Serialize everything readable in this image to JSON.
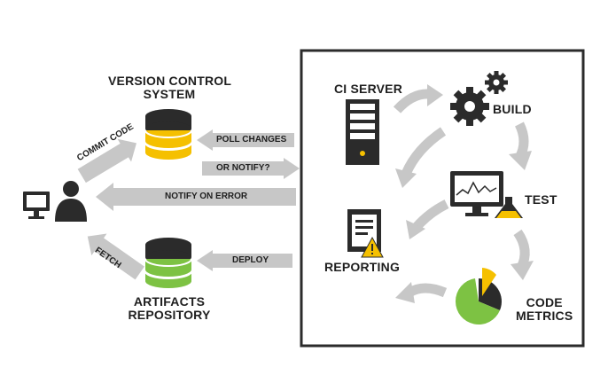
{
  "version_control": {
    "line1": "VERSION CONTROL",
    "line2": "SYSTEM"
  },
  "artifacts": {
    "line1": "ARTIFACTS",
    "line2": "REPOSITORY"
  },
  "arrows": {
    "commit": "COMMIT CODE",
    "fetch": "FETCH",
    "poll": "POLL CHANGES",
    "notify": "OR NOTIFY?",
    "notify_error": "NOTIFY ON ERROR",
    "deploy": "DEPLOY"
  },
  "ci": {
    "server": "CI SERVER",
    "build": "BUILD",
    "test": "TEST",
    "reporting": "REPORTING",
    "metrics_line1": "CODE",
    "metrics_line2": "METRICS"
  },
  "colors": {
    "yellow": "#F5C000",
    "green": "#7DC243",
    "dark": "#2B2B2B",
    "arrow_gray": "#C7C7C7"
  },
  "icons": [
    "developer-icon",
    "database-icon",
    "server-icon",
    "gear-icon",
    "monitor-chart-icon",
    "flask-icon",
    "report-warning-icon",
    "pie-chart-icon"
  ]
}
